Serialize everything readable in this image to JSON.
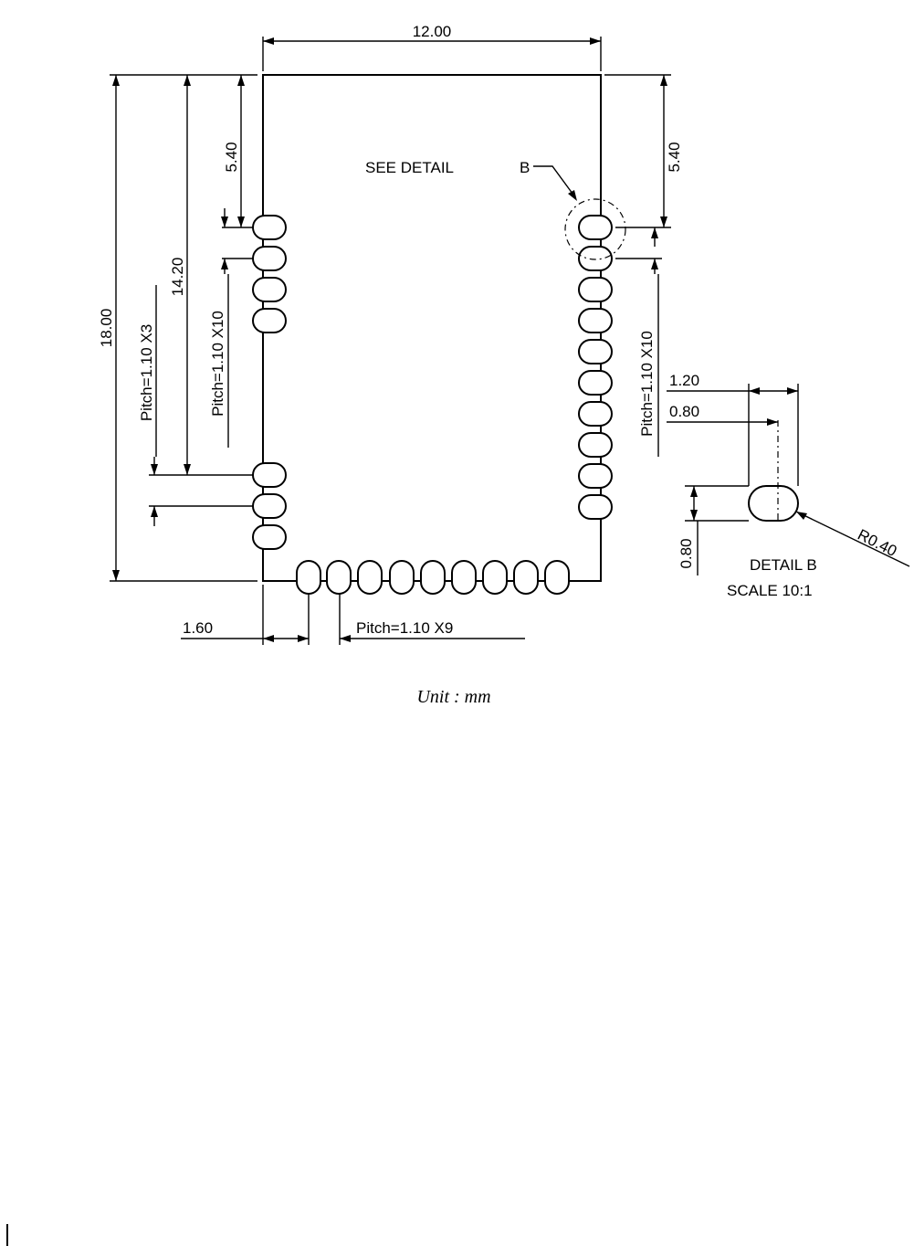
{
  "dims": {
    "width_top": "12.00",
    "height_left": "18.00",
    "left_pin1_offset": "5.40",
    "left_lower_offset": "14.20",
    "right_pin1_offset": "5.40",
    "bottom_left_offset": "1.60",
    "detail_pad_length": "1.20",
    "detail_pad_inner": "0.80",
    "detail_pad_width": "0.80",
    "detail_radius": "R0.40"
  },
  "pitches": {
    "left_lower": "Pitch=1.10 X3",
    "left_upper": "Pitch=1.10 X10",
    "right": "Pitch=1.10 X10",
    "bottom": "Pitch=1.10 X9"
  },
  "labels": {
    "see_detail": "SEE DETAIL",
    "detail_ref": "B",
    "detail_title": "DETAIL  B",
    "detail_scale": "SCALE  10:1",
    "unit": "Unit : mm"
  }
}
